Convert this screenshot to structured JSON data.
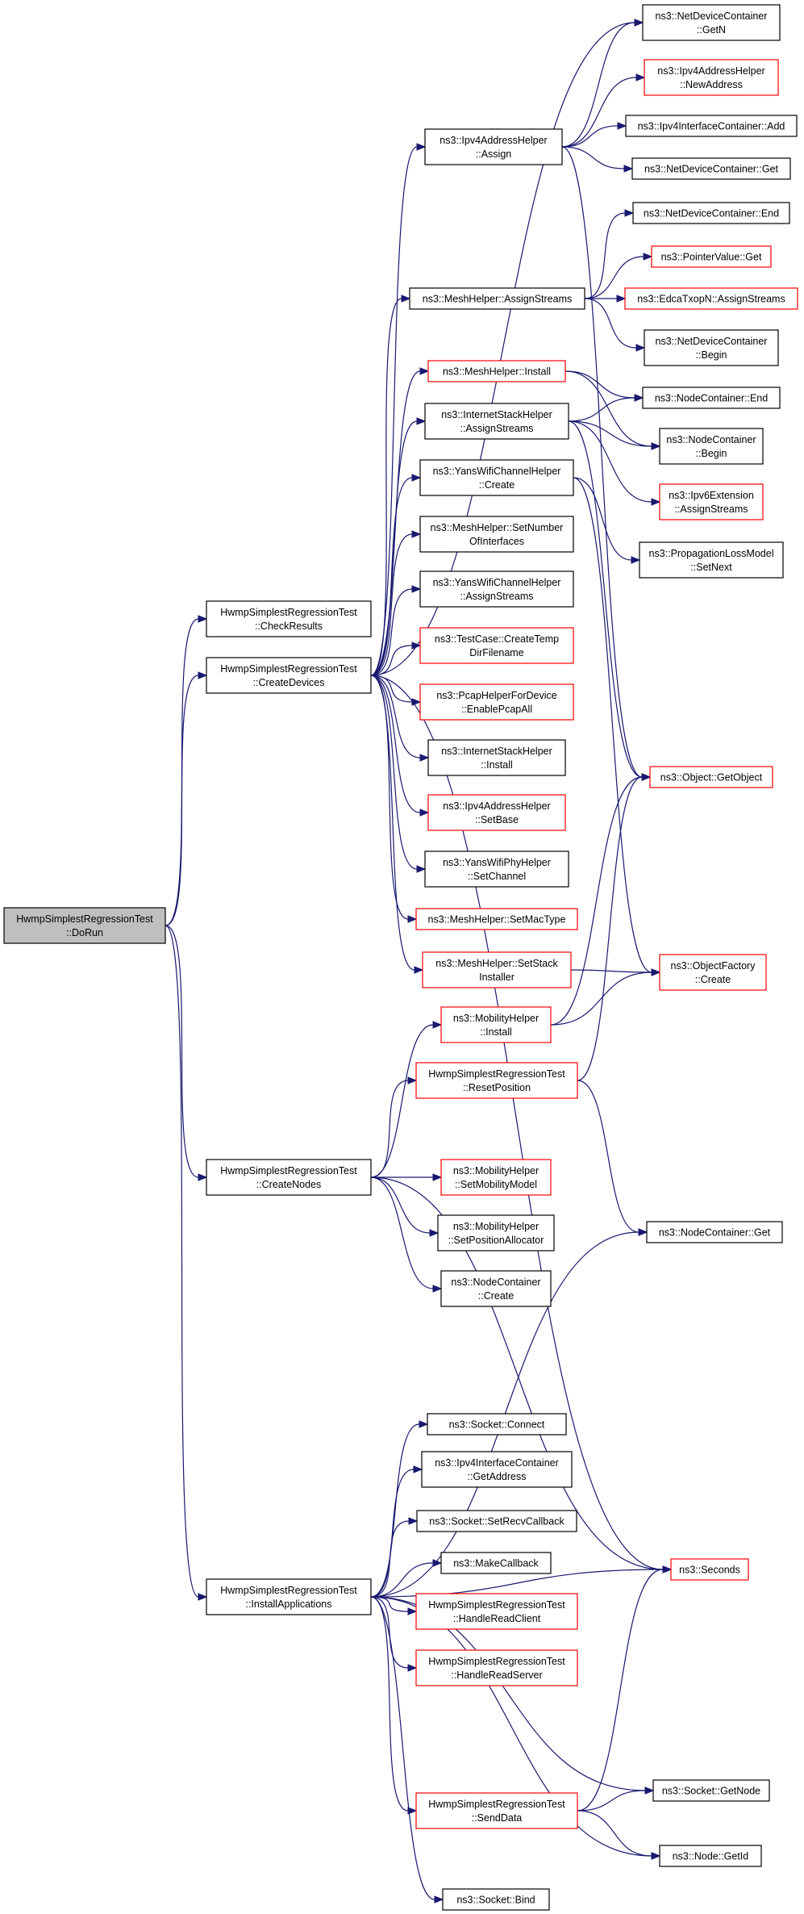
{
  "colors": {
    "edge": "#191970",
    "red_border": "#ff0000",
    "black_border": "#000000",
    "root_fill": "#bfbfbf"
  },
  "nodes": [
    {
      "id": "dorun",
      "lines": [
        "HwmpSimplestRegressionTest",
        "::DoRun"
      ],
      "style": "root"
    },
    {
      "id": "checkresults",
      "lines": [
        "HwmpSimplestRegressionTest",
        "::CheckResults"
      ],
      "style": "black"
    },
    {
      "id": "createdevices",
      "lines": [
        "HwmpSimplestRegressionTest",
        "::CreateDevices"
      ],
      "style": "black"
    },
    {
      "id": "createnodes",
      "lines": [
        "HwmpSimplestRegressionTest",
        "::CreateNodes"
      ],
      "style": "black"
    },
    {
      "id": "installapps",
      "lines": [
        "HwmpSimplestRegressionTest",
        "::InstallApplications"
      ],
      "style": "black"
    },
    {
      "id": "ipv4assign",
      "lines": [
        "ns3::Ipv4AddressHelper",
        "::Assign"
      ],
      "style": "black"
    },
    {
      "id": "meshassign",
      "lines": [
        "ns3::MeshHelper::AssignStreams"
      ],
      "style": "black"
    },
    {
      "id": "meshinstall",
      "lines": [
        "ns3::MeshHelper::Install"
      ],
      "style": "red"
    },
    {
      "id": "inetassign",
      "lines": [
        "ns3::InternetStackHelper",
        "::AssignStreams"
      ],
      "style": "black"
    },
    {
      "id": "yanschcreate",
      "lines": [
        "ns3::YansWifiChannelHelper",
        "::Create"
      ],
      "style": "black"
    },
    {
      "id": "meshsetnum",
      "lines": [
        "ns3::MeshHelper::SetNumber",
        "OfInterfaces"
      ],
      "style": "black"
    },
    {
      "id": "yanschassign",
      "lines": [
        "ns3::YansWifiChannelHelper",
        "::AssignStreams"
      ],
      "style": "black"
    },
    {
      "id": "tcasetemp",
      "lines": [
        "ns3::TestCase::CreateTemp",
        "DirFilename"
      ],
      "style": "red"
    },
    {
      "id": "pcapall",
      "lines": [
        "ns3::PcapHelperForDevice",
        "::EnablePcapAll"
      ],
      "style": "red"
    },
    {
      "id": "inetinstall",
      "lines": [
        "ns3::InternetStackHelper",
        "::Install"
      ],
      "style": "black"
    },
    {
      "id": "ipv4setbase",
      "lines": [
        "ns3::Ipv4AddressHelper",
        "::SetBase"
      ],
      "style": "red"
    },
    {
      "id": "yansphych",
      "lines": [
        "ns3::YansWifiPhyHelper",
        "::SetChannel"
      ],
      "style": "black"
    },
    {
      "id": "meshmactype",
      "lines": [
        "ns3::MeshHelper::SetMacType"
      ],
      "style": "red"
    },
    {
      "id": "meshstack",
      "lines": [
        "ns3::MeshHelper::SetStack",
        "Installer"
      ],
      "style": "red"
    },
    {
      "id": "mobinstall",
      "lines": [
        "ns3::MobilityHelper",
        "::Install"
      ],
      "style": "red"
    },
    {
      "id": "resetpos",
      "lines": [
        "HwmpSimplestRegressionTest",
        "::ResetPosition"
      ],
      "style": "red"
    },
    {
      "id": "mobmodel",
      "lines": [
        "ns3::MobilityHelper",
        "::SetMobilityModel"
      ],
      "style": "red"
    },
    {
      "id": "mobposalloc",
      "lines": [
        "ns3::MobilityHelper",
        "::SetPositionAllocator"
      ],
      "style": "black"
    },
    {
      "id": "nccreate",
      "lines": [
        "ns3::NodeContainer",
        "::Create"
      ],
      "style": "black"
    },
    {
      "id": "sockconnect",
      "lines": [
        "ns3::Socket::Connect"
      ],
      "style": "black"
    },
    {
      "id": "ipv4icgetaddr",
      "lines": [
        "ns3::Ipv4InterfaceContainer",
        "::GetAddress"
      ],
      "style": "black"
    },
    {
      "id": "socksetrecv",
      "lines": [
        "ns3::Socket::SetRecvCallback"
      ],
      "style": "black"
    },
    {
      "id": "makecb",
      "lines": [
        "ns3::MakeCallback"
      ],
      "style": "black"
    },
    {
      "id": "readclient",
      "lines": [
        "HwmpSimplestRegressionTest",
        "::HandleReadClient"
      ],
      "style": "red"
    },
    {
      "id": "readserver",
      "lines": [
        "HwmpSimplestRegressionTest",
        "::HandleReadServer"
      ],
      "style": "red"
    },
    {
      "id": "senddata",
      "lines": [
        "HwmpSimplestRegressionTest",
        "::SendData"
      ],
      "style": "red"
    },
    {
      "id": "sockbind",
      "lines": [
        "ns3::Socket::Bind"
      ],
      "style": "black"
    },
    {
      "id": "ndcgetn",
      "lines": [
        "ns3::NetDeviceContainer",
        "::GetN"
      ],
      "style": "black"
    },
    {
      "id": "ipv4newaddr",
      "lines": [
        "ns3::Ipv4AddressHelper",
        "::NewAddress"
      ],
      "style": "red"
    },
    {
      "id": "ipv4icadd",
      "lines": [
        "ns3::Ipv4InterfaceContainer::Add"
      ],
      "style": "black"
    },
    {
      "id": "ndcget",
      "lines": [
        "ns3::NetDeviceContainer::Get"
      ],
      "style": "black"
    },
    {
      "id": "ndcend",
      "lines": [
        "ns3::NetDeviceContainer::End"
      ],
      "style": "black"
    },
    {
      "id": "ptrvalget",
      "lines": [
        "ns3::PointerValue::Get"
      ],
      "style": "red"
    },
    {
      "id": "edcaassign",
      "lines": [
        "ns3::EdcaTxopN::AssignStreams"
      ],
      "style": "red"
    },
    {
      "id": "ndcbegin",
      "lines": [
        "ns3::NetDeviceContainer",
        "::Begin"
      ],
      "style": "black"
    },
    {
      "id": "ncend",
      "lines": [
        "ns3::NodeContainer::End"
      ],
      "style": "black"
    },
    {
      "id": "ncbegin",
      "lines": [
        "ns3::NodeContainer",
        "::Begin"
      ],
      "style": "black"
    },
    {
      "id": "ipv6ext",
      "lines": [
        "ns3::Ipv6Extension",
        "::AssignStreams"
      ],
      "style": "red"
    },
    {
      "id": "proploss",
      "lines": [
        "ns3::PropagationLossModel",
        "::SetNext"
      ],
      "style": "black"
    },
    {
      "id": "objgetobj",
      "lines": [
        "ns3::Object::GetObject"
      ],
      "style": "red"
    },
    {
      "id": "objfactory",
      "lines": [
        "ns3::ObjectFactory",
        "::Create"
      ],
      "style": "red"
    },
    {
      "id": "ncget",
      "lines": [
        "ns3::NodeContainer::Get"
      ],
      "style": "black"
    },
    {
      "id": "seconds",
      "lines": [
        "ns3::Seconds"
      ],
      "style": "red"
    },
    {
      "id": "sockgetnode",
      "lines": [
        "ns3::Socket::GetNode"
      ],
      "style": "black"
    },
    {
      "id": "nodegetid",
      "lines": [
        "ns3::Node::GetId"
      ],
      "style": "black"
    }
  ],
  "edges": [
    [
      "dorun",
      "checkresults"
    ],
    [
      "dorun",
      "createdevices"
    ],
    [
      "dorun",
      "createnodes"
    ],
    [
      "dorun",
      "installapps"
    ],
    [
      "createdevices",
      "ipv4assign"
    ],
    [
      "createdevices",
      "meshassign"
    ],
    [
      "createdevices",
      "meshinstall"
    ],
    [
      "createdevices",
      "inetassign"
    ],
    [
      "createdevices",
      "yanschcreate"
    ],
    [
      "createdevices",
      "meshsetnum"
    ],
    [
      "createdevices",
      "yanschassign"
    ],
    [
      "createdevices",
      "tcasetemp"
    ],
    [
      "createdevices",
      "pcapall"
    ],
    [
      "createdevices",
      "inetinstall"
    ],
    [
      "createdevices",
      "ipv4setbase"
    ],
    [
      "createdevices",
      "yansphych"
    ],
    [
      "createdevices",
      "meshmactype"
    ],
    [
      "createdevices",
      "meshstack"
    ],
    [
      "createdevices",
      "ndcgetn"
    ],
    [
      "createdevices",
      "seconds"
    ],
    [
      "ipv4assign",
      "ndcgetn"
    ],
    [
      "ipv4assign",
      "ipv4newaddr"
    ],
    [
      "ipv4assign",
      "ipv4icadd"
    ],
    [
      "ipv4assign",
      "ndcget"
    ],
    [
      "ipv4assign",
      "objgetobj"
    ],
    [
      "meshassign",
      "ndcend"
    ],
    [
      "meshassign",
      "ptrvalget"
    ],
    [
      "meshassign",
      "edcaassign"
    ],
    [
      "meshassign",
      "ndcbegin"
    ],
    [
      "meshinstall",
      "ncend"
    ],
    [
      "meshinstall",
      "ncbegin"
    ],
    [
      "inetassign",
      "ncend"
    ],
    [
      "inetassign",
      "ncbegin"
    ],
    [
      "inetassign",
      "ipv6ext"
    ],
    [
      "inetassign",
      "objgetobj"
    ],
    [
      "yanschcreate",
      "proploss"
    ],
    [
      "yanschcreate",
      "objfactory"
    ],
    [
      "meshstack",
      "objfactory"
    ],
    [
      "mobinstall",
      "objgetobj"
    ],
    [
      "mobinstall",
      "objfactory"
    ],
    [
      "resetpos",
      "objgetobj"
    ],
    [
      "resetpos",
      "ncget"
    ],
    [
      "createnodes",
      "mobinstall"
    ],
    [
      "createnodes",
      "resetpos"
    ],
    [
      "createnodes",
      "mobmodel"
    ],
    [
      "createnodes",
      "mobposalloc"
    ],
    [
      "createnodes",
      "nccreate"
    ],
    [
      "createnodes",
      "seconds"
    ],
    [
      "installapps",
      "ncget"
    ],
    [
      "installapps",
      "sockconnect"
    ],
    [
      "installapps",
      "ipv4icgetaddr"
    ],
    [
      "installapps",
      "socksetrecv"
    ],
    [
      "installapps",
      "makecb"
    ],
    [
      "installapps",
      "readclient"
    ],
    [
      "installapps",
      "readserver"
    ],
    [
      "installapps",
      "seconds"
    ],
    [
      "installapps",
      "sockgetnode"
    ],
    [
      "installapps",
      "senddata"
    ],
    [
      "installapps",
      "nodegetid"
    ],
    [
      "installapps",
      "sockbind"
    ],
    [
      "senddata",
      "seconds"
    ],
    [
      "senddata",
      "sockgetnode"
    ],
    [
      "senddata",
      "nodegetid"
    ]
  ]
}
